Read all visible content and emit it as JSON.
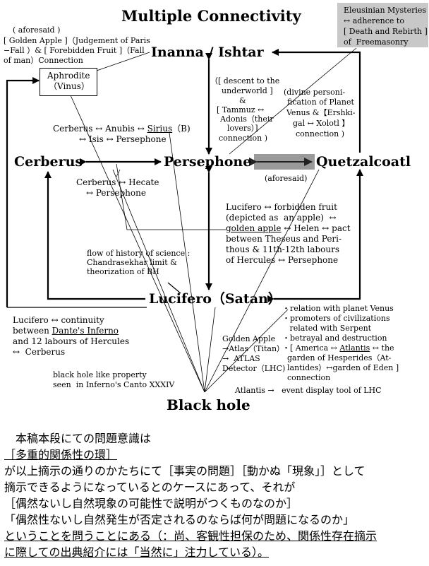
{
  "title": "Multiple Connectivity",
  "eleusis": {
    "line1": "Eleusinian Mysteries",
    "line2": "↔ adherence to",
    "line3": "[ Death and Rebirth ]",
    "line4": "of  Freemasonry"
  },
  "nodes": {
    "inanna": "Inanna / Ishtar",
    "cerberus": "Cerberus",
    "persephone": "Persephone",
    "quetzalcoatl": "Quetzalcoatl",
    "lucifero": "Lucifero（Satan）",
    "blackhole": "Black hole"
  },
  "aphrodite": {
    "line1": "Aphrodite",
    "line2": "（Vinus）"
  },
  "notes": {
    "golden_apple": [
      "( aforesaid )",
      "[ Golden Apple ]（Judgement of Paris",
      "−Fall ）& [ Forebidden Fruit ]（Fall",
      "of man）Connection"
    ],
    "descent": [
      "（[ descent to the",
      "underworld ]",
      "&",
      "[ Tammuz ↔",
      "Adonis（their",
      "lovers）]",
      "connection )"
    ],
    "divine": [
      "(divine personi-",
      "fication of Planet",
      "Venus &【Ershki-",
      "gal ↔ Xolotl 】",
      "connection )"
    ],
    "anubis1_pre": "Cerberus ↔ Anubis ↔ ",
    "anubis1_sirius": "Sirius",
    "anubis1_post": "（B)",
    "anubis2": "↔ Isis ↔ Persephone",
    "hecate1": "Cerberus ↔ Hecate",
    "hecate2": "↔ Persephone",
    "aforesaid": "(aforesaid)",
    "lucifero_fruit": [
      "Lucifero ↔ forbidden fruit",
      "(depicted as  an apple)  ↔"
    ],
    "golden_apple_u": "golden apple",
    "lucifero_fruit_rest": " ↔ Helen ↔ pact",
    "lucifero_fruit2": [
      "between Theseus and Peri-",
      "thous & 11th-12th labours",
      "of Hercules ↔ Persephone"
    ],
    "science": [
      "flow of history of science :",
      "Chandrasekhar limit &",
      "theorization of BH"
    ],
    "inferno_1": "Lucifero ↔ continuity",
    "inferno_2_pre": "between ",
    "inferno_2_u": "Dante's Inferno",
    "inferno_3": "and 12 labours of Hercules",
    "inferno_4": "↔  Cerberus",
    "venus_list": [
      "・relation with planet Venus",
      "・promoters of civilizations",
      "   related with Serpent",
      "・betrayal and destruction"
    ],
    "atlantis_1_pre": "・[ America ↔ ",
    "atlantis_1_u": "Atlantis",
    "atlantis_1_post": " ↔ the",
    "atlantis_rest": [
      "  garden of Hesperides（At-",
      "  lantides）↔garden of Eden ]",
      "  connection"
    ],
    "atlas": [
      "Golden Apple",
      "→Atlas（Titan）",
      "→  ATLAS",
      "Detector（LHC)"
    ],
    "canto": [
      "black hole like property",
      "seen  in Inferno's Canto XXXIV"
    ],
    "lhc": "Atlantis →   event display tool of LHC"
  },
  "japanese": {
    "line1": "　本稿本段にての問題意識は",
    "line2": "［多重的関係性の環］",
    "line3": "が以上摘示の通りのかたちにて［事実の問題］［動かぬ「現象」］として",
    "line4": "摘示できるようになっているとのケースにあって、それが",
    "line5": "［偶然ないし自然現象の可能性で説明がつくものなのか］",
    "line6": "「偶然性ないし自然発生が否定されるのならば何が問題になるのか」",
    "line7": "ということを問うことにある（：尚、客観性担保のため、関係性存在摘示",
    "line8": "に際しての出典紹介には「当然に」注力している）。"
  }
}
